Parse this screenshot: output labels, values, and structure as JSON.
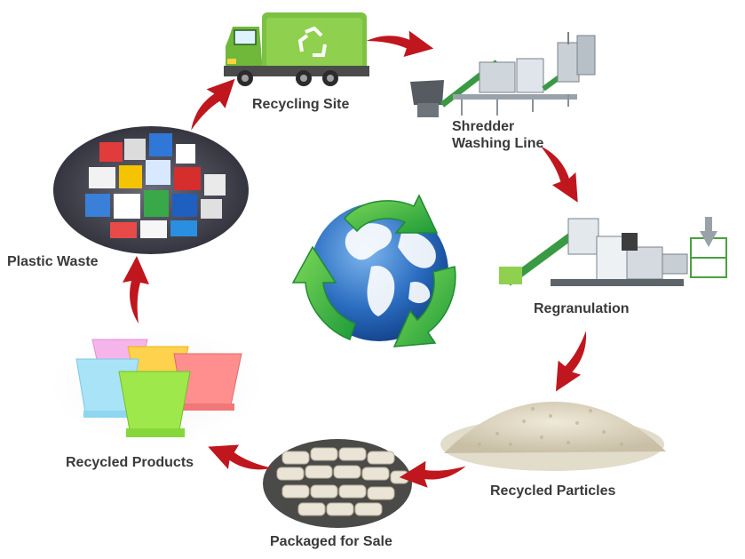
{
  "stages": {
    "recycling_site": "Recycling Site",
    "shredder_line1": "Shredder",
    "shredder_line2": "Washing Line",
    "regranulation": "Regranulation",
    "recycled_particles": "Recycled Particles",
    "packaged_for_sale": "Packaged for Sale",
    "recycled_products": "Recycled Products",
    "plastic_waste": "Plastic Waste"
  },
  "colors": {
    "arrow": "#c0161e",
    "recycle_green": "#39b54a",
    "globe_ocean": "#1f5fb0",
    "truck_green": "#7cc242",
    "label_text": "#3a3a3a"
  },
  "icons": {
    "center": "recycle-globe-icon",
    "truck": "recycling-truck-icon"
  }
}
